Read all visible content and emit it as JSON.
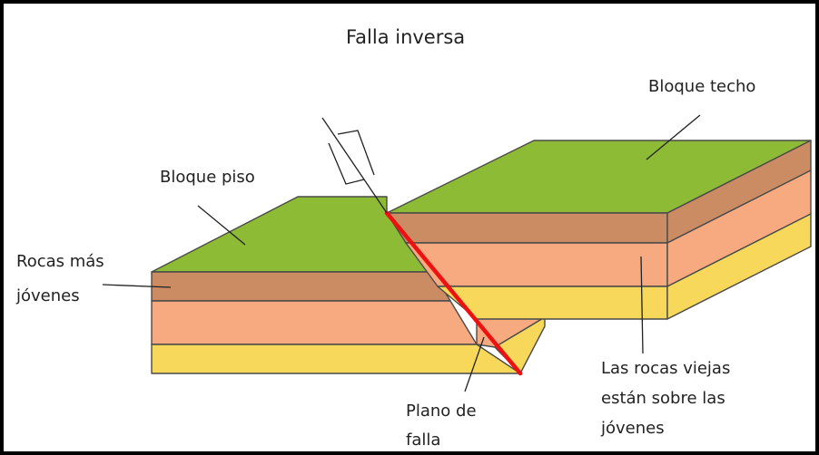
{
  "diagram": {
    "title": "Falla inversa",
    "labels": {
      "hanging_wall": "Bloque techo",
      "footwall": "Bloque piso",
      "younger_rocks": [
        "Rocas más",
        "jóvenes"
      ],
      "fault_plane": [
        "Plano de",
        "falla"
      ],
      "old_over_young": [
        "Las rocas viejas",
        "están sobre las",
        "jóvenes"
      ]
    },
    "colors": {
      "surface": "#8dbb35",
      "layer_young": "#cc8c63",
      "layer_middle": "#f7aa80",
      "layer_old": "#f7d85a",
      "fault_line": "#ee1111",
      "frame": "#000000"
    }
  }
}
